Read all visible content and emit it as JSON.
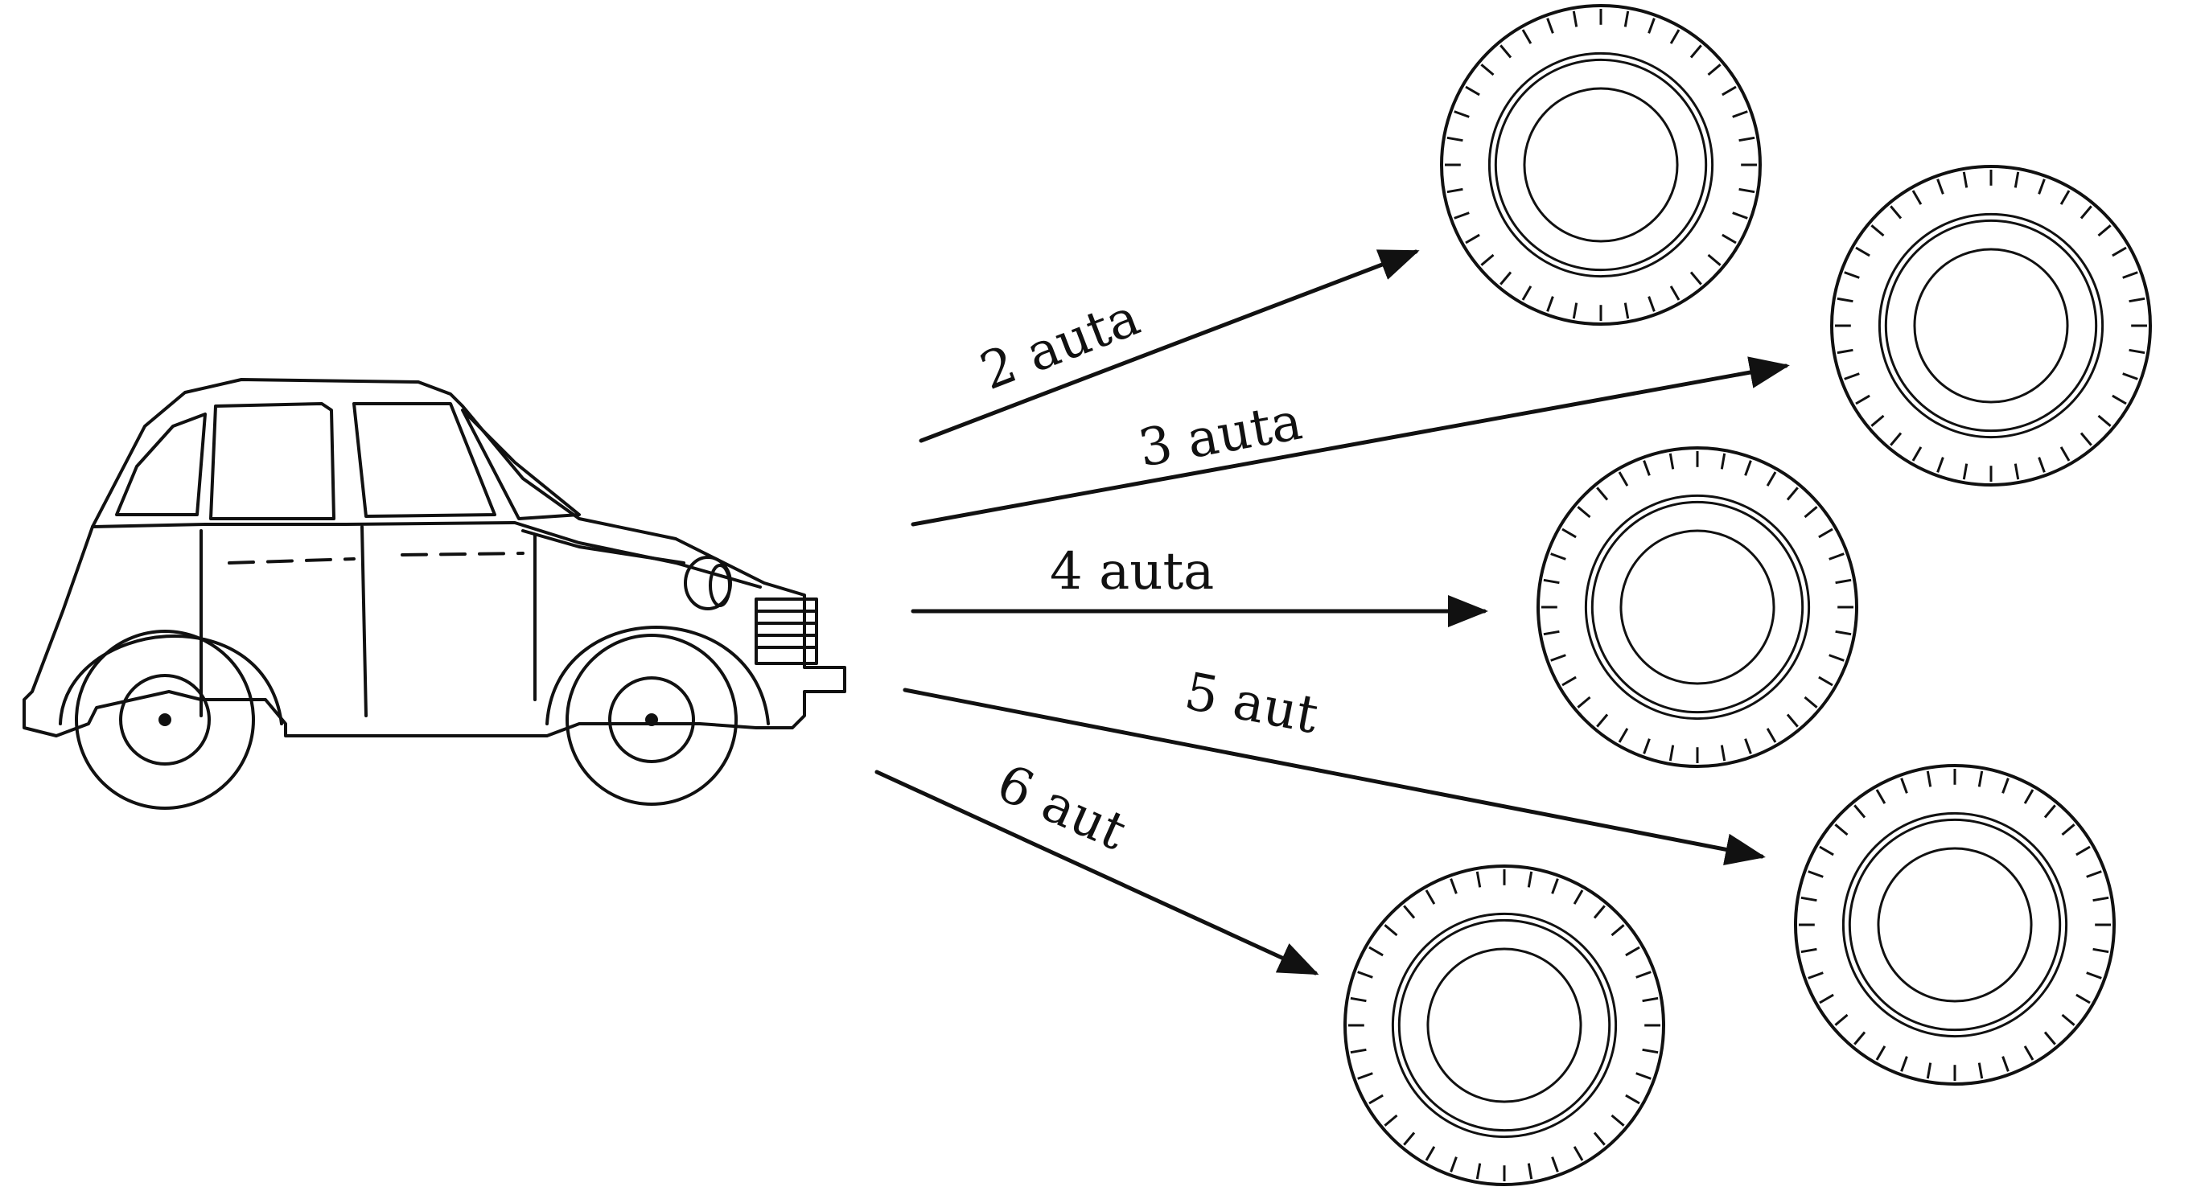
{
  "diagram": {
    "ink_color": "#111111",
    "background_color": "#ffffff",
    "source": {
      "name": "car",
      "icon": "car-icon"
    },
    "targets": [
      {
        "id": "tyre-2",
        "label": "2 auta",
        "icon": "tyre-icon"
      },
      {
        "id": "tyre-3",
        "label": "3 auta",
        "icon": "tyre-icon"
      },
      {
        "id": "tyre-4",
        "label": "4 auta",
        "icon": "tyre-icon"
      },
      {
        "id": "tyre-5",
        "label": "5 aut",
        "icon": "tyre-icon"
      },
      {
        "id": "tyre-6",
        "label": "6 aut",
        "icon": "tyre-icon"
      }
    ]
  }
}
